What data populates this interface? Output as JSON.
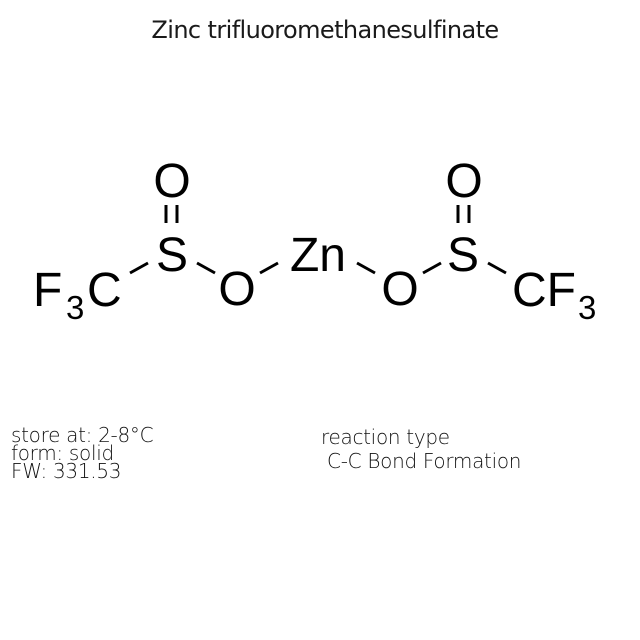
{
  "title": "Zinc trifluoromethanesulfinate",
  "structure": {
    "atoms": {
      "left_cf3": {
        "main": "F",
        "sub": "3",
        "tail": "C"
      },
      "left_s": "S",
      "left_o_top": "O",
      "left_o_bridge": "O",
      "metal": "Zn",
      "right_o_bridge": "O",
      "right_s": "S",
      "right_o_top": "O",
      "right_cf3": {
        "main": "CF",
        "sub": "3"
      }
    },
    "bonds": [
      {
        "from": "left_cf3",
        "to": "left_s",
        "order": 1
      },
      {
        "from": "left_s",
        "to": "left_o_top",
        "order": 2
      },
      {
        "from": "left_s",
        "to": "left_o_bridge",
        "order": 1
      },
      {
        "from": "left_o_bridge",
        "to": "metal",
        "order": 1
      },
      {
        "from": "metal",
        "to": "right_o_bridge",
        "order": 1
      },
      {
        "from": "right_o_bridge",
        "to": "right_s",
        "order": 1
      },
      {
        "from": "right_s",
        "to": "right_o_top",
        "order": 2
      },
      {
        "from": "right_s",
        "to": "right_cf3",
        "order": 1
      }
    ]
  },
  "properties": {
    "storage": "store at: 2-8°C",
    "form": "form: solid",
    "fw": "FW: 331.53"
  },
  "reaction": {
    "label": "reaction type",
    "value": " C-C Bond Formation"
  }
}
